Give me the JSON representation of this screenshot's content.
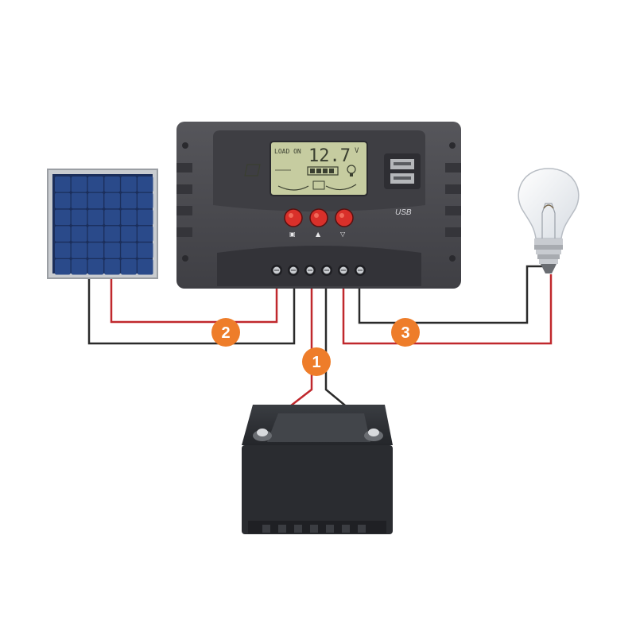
{
  "controller": {
    "lcd_status": "LOAD ON",
    "lcd_value": "12.7",
    "lcd_unit": "V",
    "usb_label": "USB",
    "buttons": [
      {
        "icon": "menu-icon",
        "glyph": "▣"
      },
      {
        "icon": "up-icon",
        "glyph": "▲"
      },
      {
        "icon": "down-icon",
        "glyph": "▽"
      }
    ],
    "terminal_count": 6
  },
  "badges": [
    {
      "label": "1",
      "target": "battery"
    },
    {
      "label": "2",
      "target": "solar-panel"
    },
    {
      "label": "3",
      "target": "load-bulb"
    }
  ],
  "colors": {
    "badge": "#ee7d2a",
    "wire_positive": "#c0282d",
    "wire_negative": "#2a2a2a",
    "controller_body": "#4a4a4e",
    "lcd_bg": "#c6cca0",
    "button_red": "#d9302a",
    "panel_cell": "#2a4a8a"
  }
}
